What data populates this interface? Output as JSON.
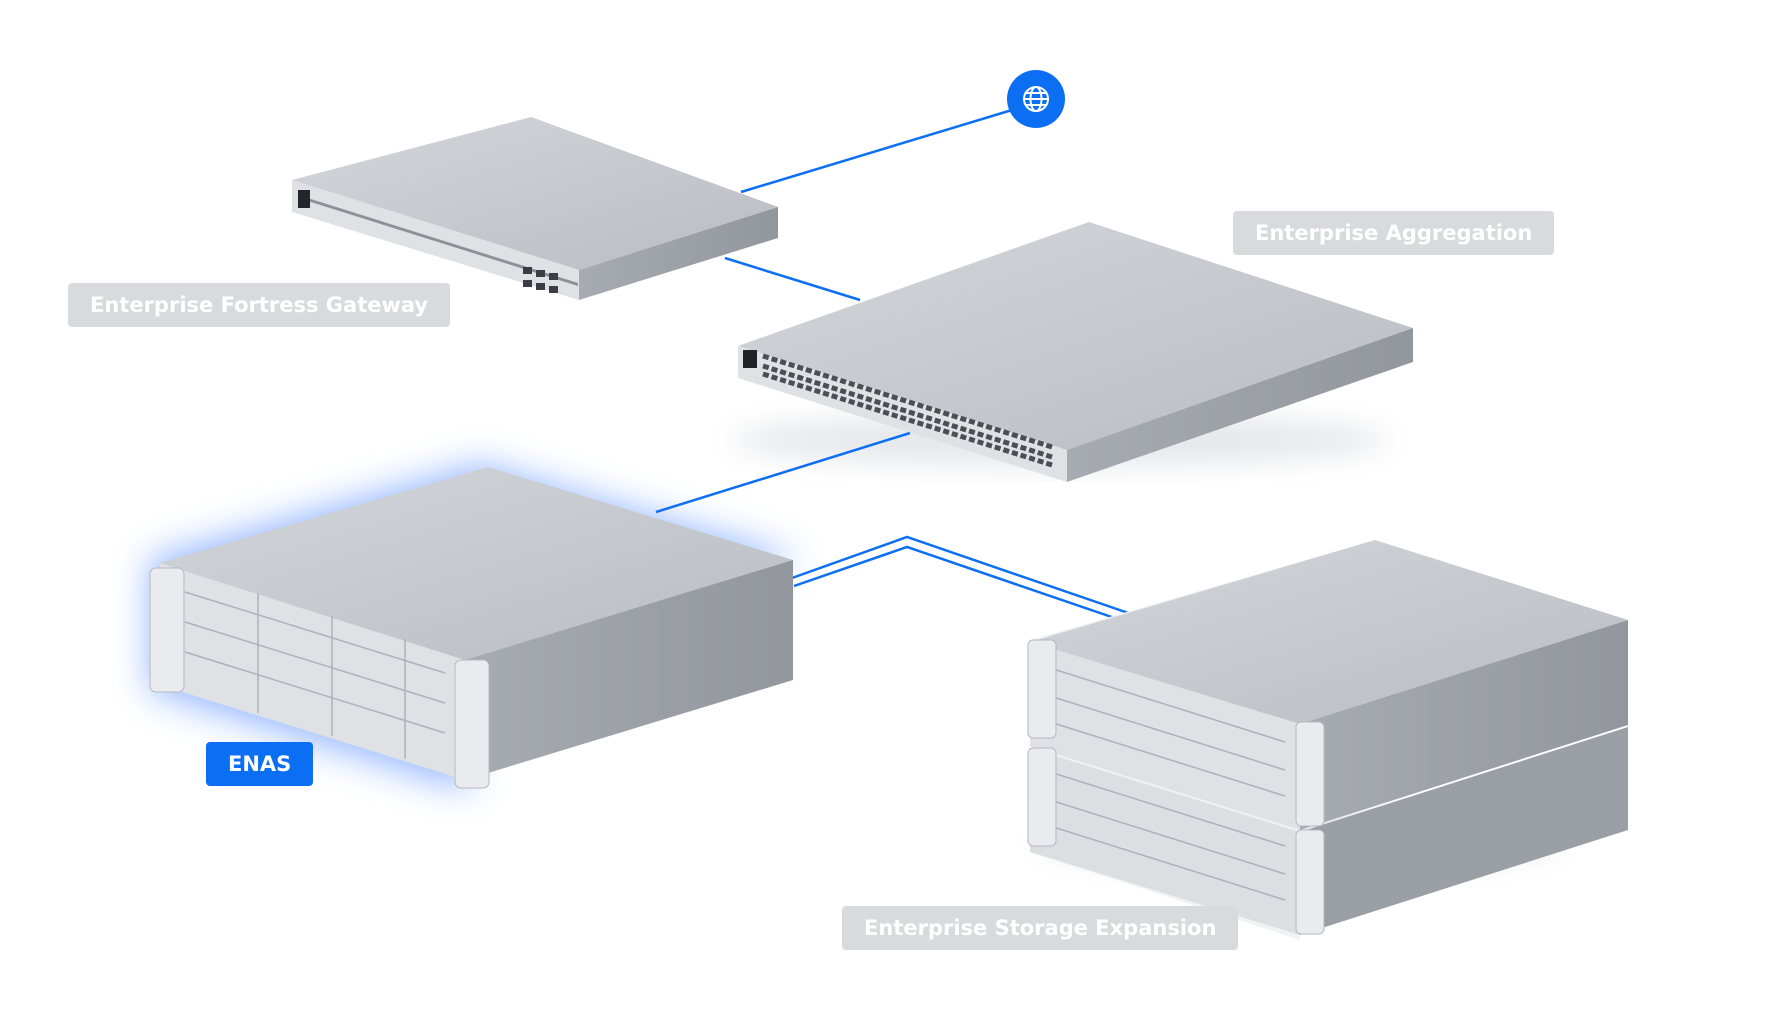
{
  "devices": {
    "gateway": {
      "label": "Enterprise Fortress Gateway"
    },
    "aggregation": {
      "label": "Enterprise Aggregation"
    },
    "enas": {
      "label": "ENAS"
    },
    "expansion": {
      "label": "Enterprise Storage Expansion"
    }
  },
  "internet": {
    "icon": "globe-icon"
  },
  "colors": {
    "link": "#0c6ff3",
    "highlight": "#0c6ff3",
    "label_bg": "#d9dadd",
    "chassis_top": "#c9ccd1",
    "chassis_front": "#dfe1e4",
    "chassis_side": "#9fa3aa"
  }
}
